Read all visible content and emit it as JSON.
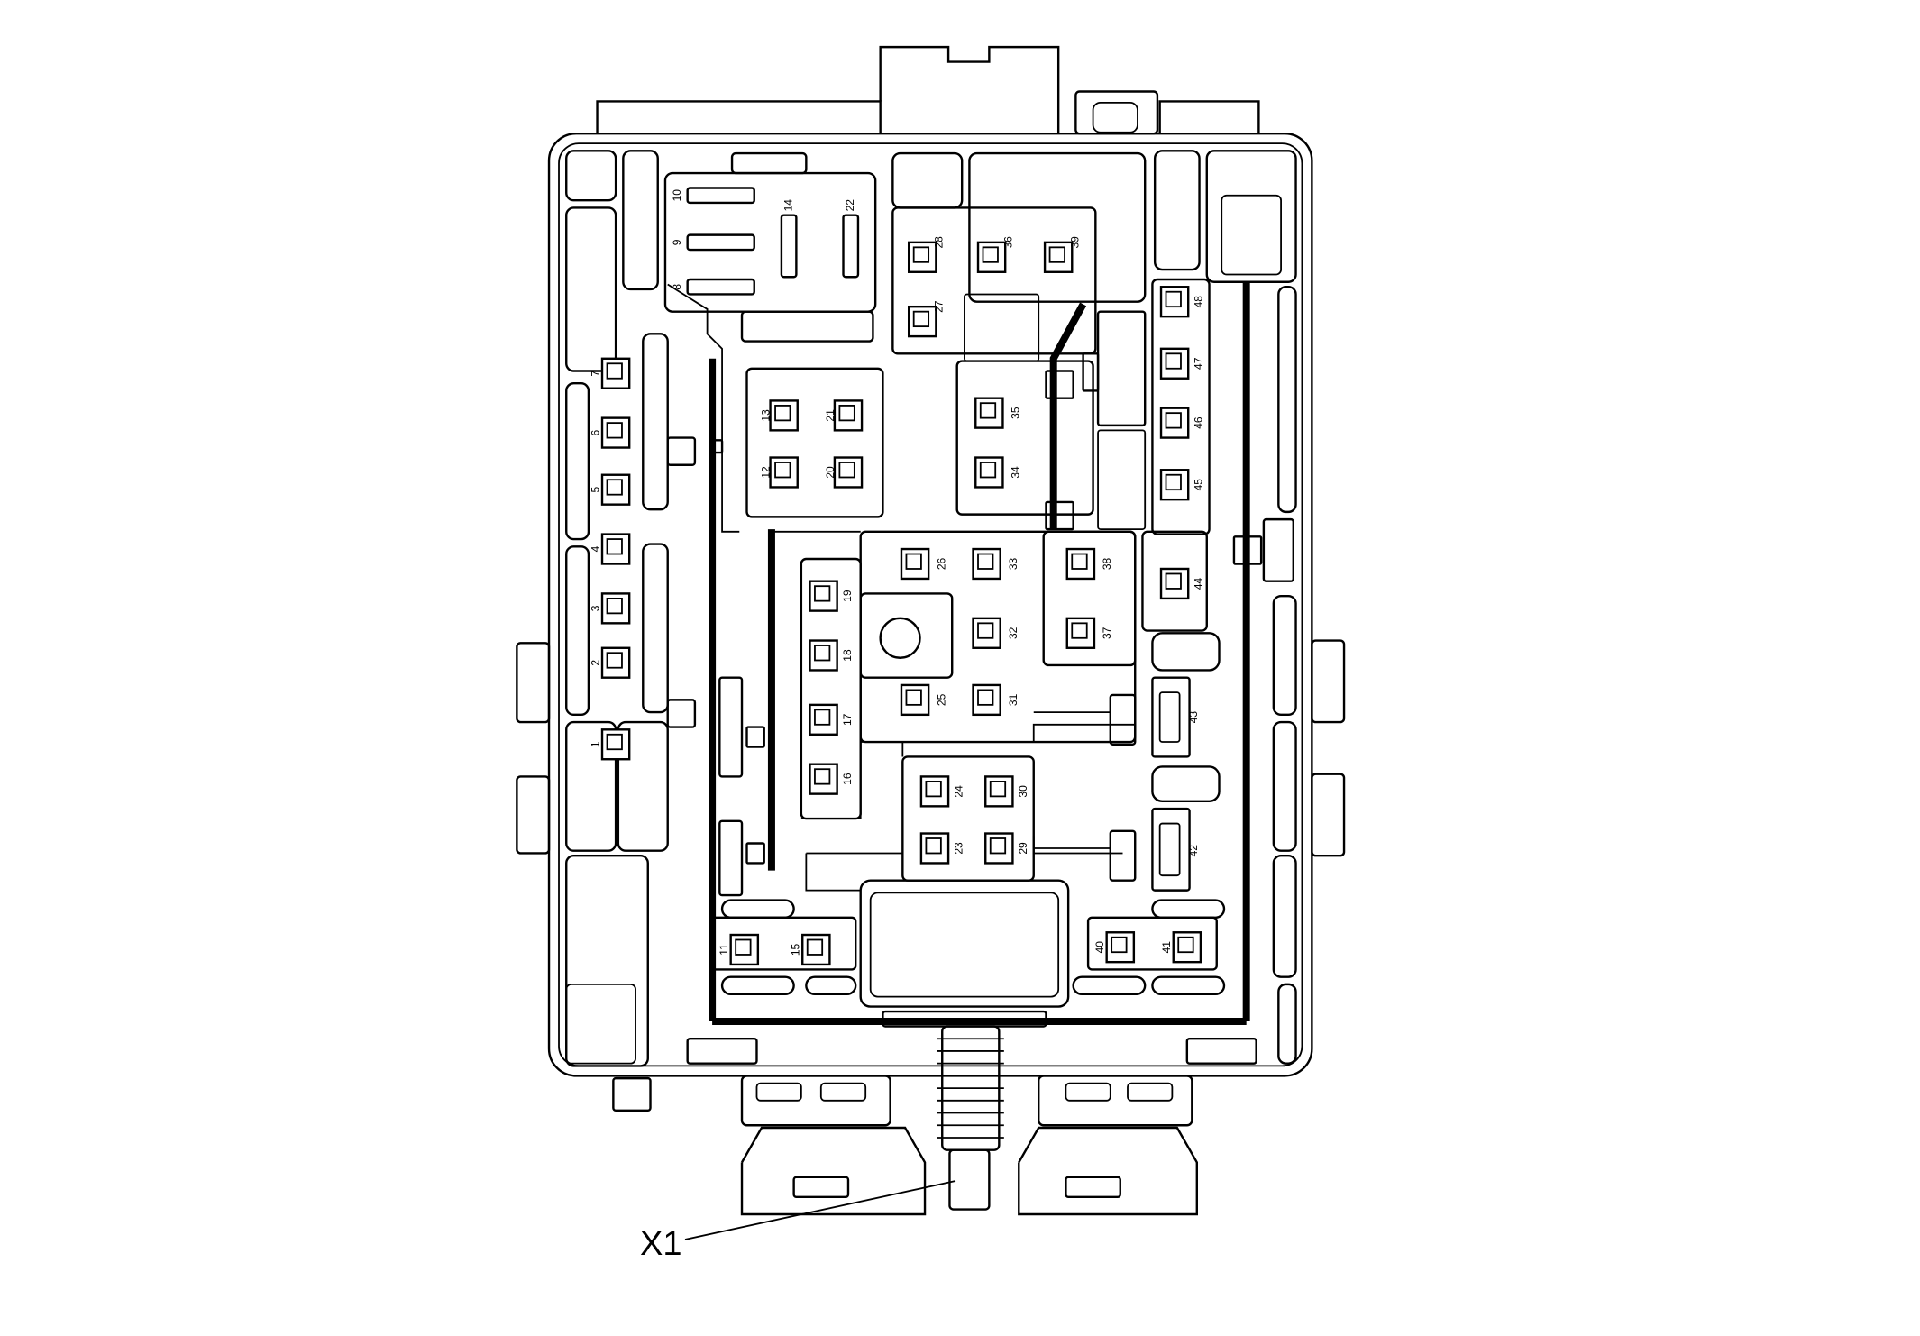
{
  "diagram": {
    "connector_label": "X1",
    "left_column": [
      "7",
      "6",
      "5",
      "4",
      "3",
      "2",
      "1"
    ],
    "relay_block": [
      "10",
      "9",
      "8",
      "14",
      "22"
    ],
    "top_right_group": [
      "28",
      "27",
      "36",
      "39"
    ],
    "center_upper_quad": [
      "13",
      "21",
      "12",
      "20"
    ],
    "center_right_pair": [
      "35",
      "34"
    ],
    "right_column": [
      "48",
      "47",
      "46",
      "45",
      "44"
    ],
    "center_main": [
      "26",
      "33",
      "38",
      "32",
      "37",
      "25",
      "31"
    ],
    "column_16_19": [
      "19",
      "18",
      "17",
      "16"
    ],
    "lower_quad": [
      "24",
      "30",
      "23",
      "29"
    ],
    "relays_right": [
      "43",
      "42"
    ],
    "bottom_row": [
      "11",
      "15",
      "40",
      "41"
    ]
  }
}
